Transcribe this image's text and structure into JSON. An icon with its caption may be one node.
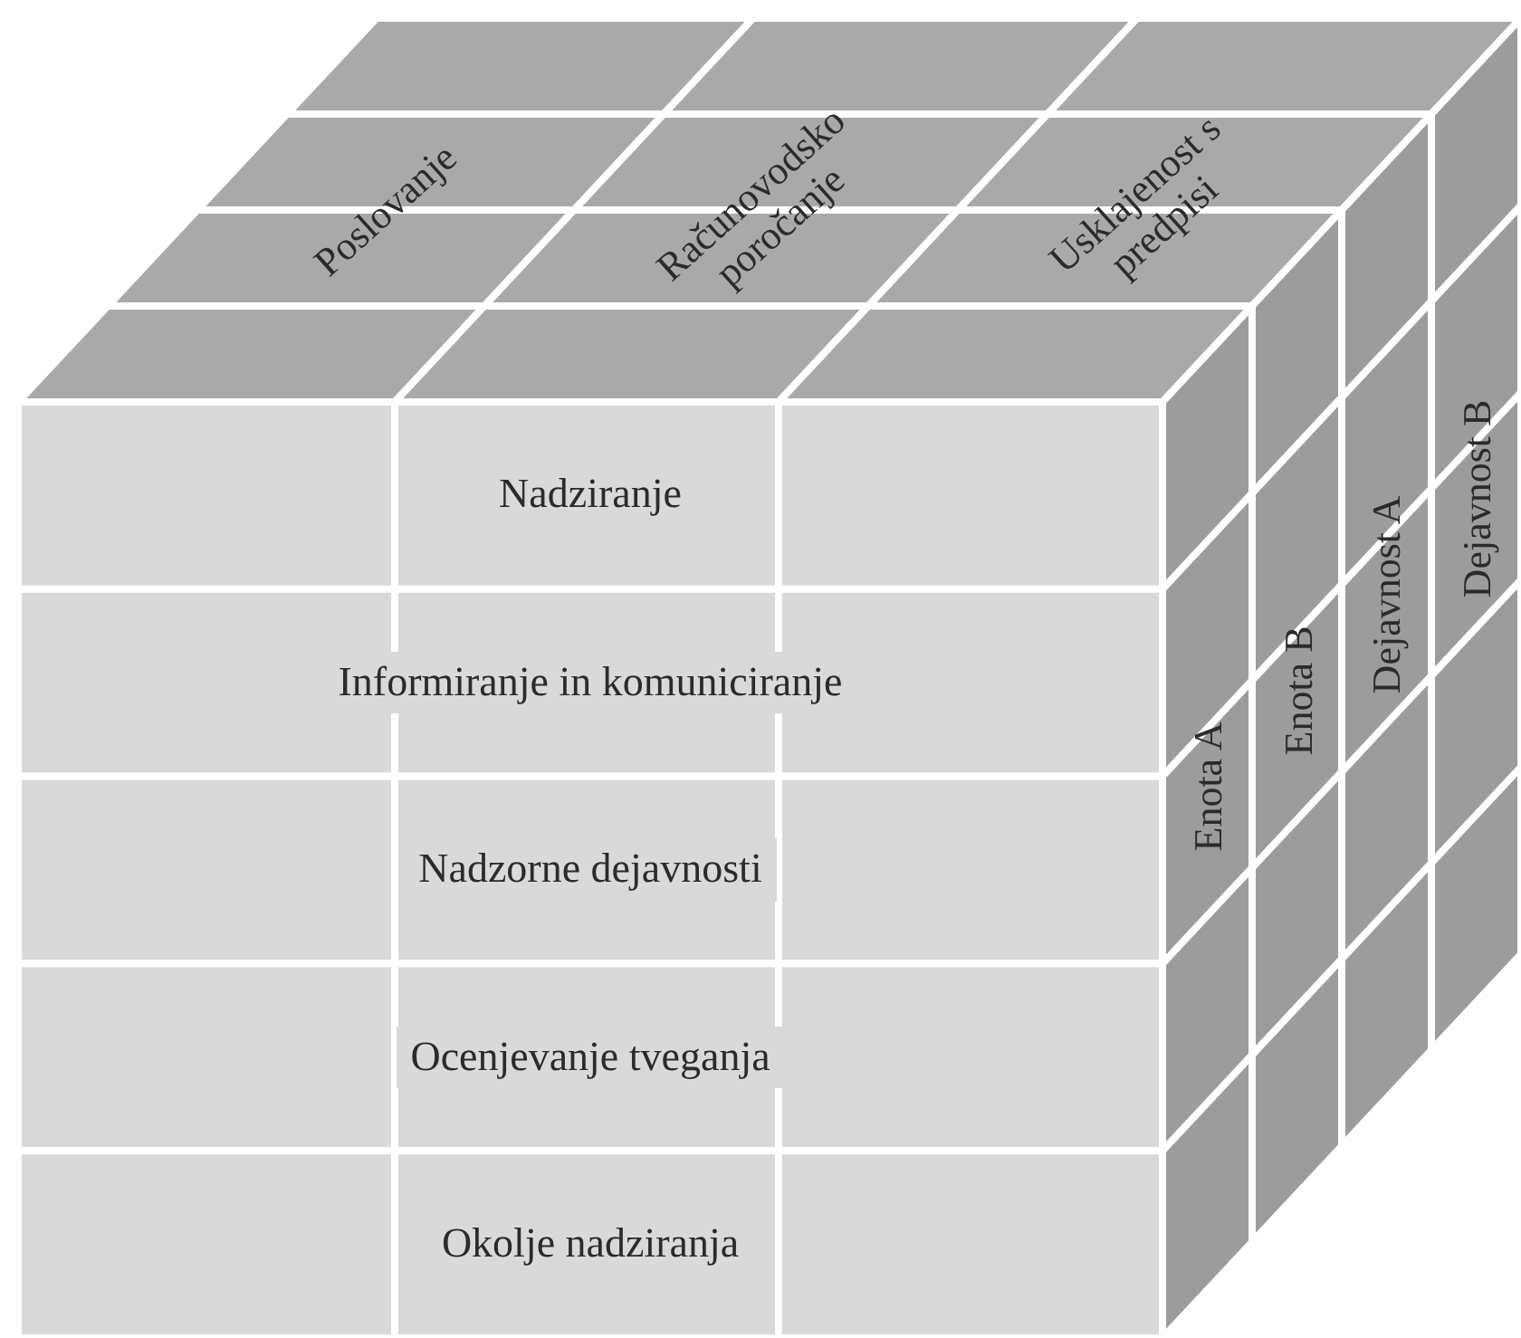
{
  "diagram": {
    "nodes": [
      {
        "text": [
          "Poslovanje"
        ]
      },
      {
        "text": [
          "Računovodsko poročanje"
        ]
      },
      {
        "text": [
          "Usklajenost s predpisi"
        ]
      },
      {
        "text": [
          "Nadziranje"
        ]
      },
      {
        "text": [
          "Informiranje in komuniciranje"
        ]
      },
      {
        "text": [
          "Nadzorne dejavnosti"
        ]
      },
      {
        "text": [
          "Ocenjevanje tveganja"
        ]
      },
      {
        "text": [
          "Okolje nadziranja"
        ]
      },
      {
        "text": [
          "Enota A"
        ]
      },
      {
        "text": [
          "Enota B"
        ]
      },
      {
        "text": [
          "Dejavnost A"
        ]
      },
      {
        "text": [
          "Dejavnost B"
        ]
      }
    ]
  }
}
